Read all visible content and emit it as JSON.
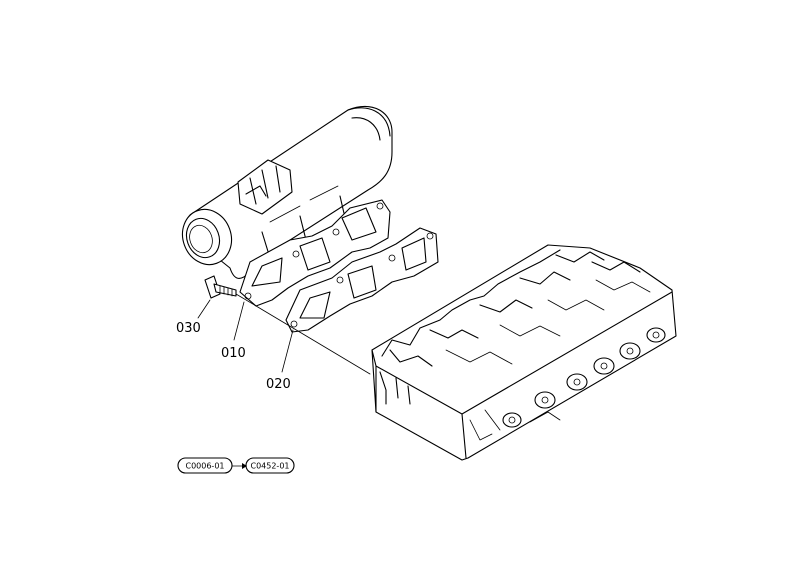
{
  "callouts": {
    "part_030": "030",
    "part_010": "010",
    "part_020": "020"
  },
  "references": {
    "from_ref": "C0006-01",
    "to_ref": "C0452-01"
  }
}
